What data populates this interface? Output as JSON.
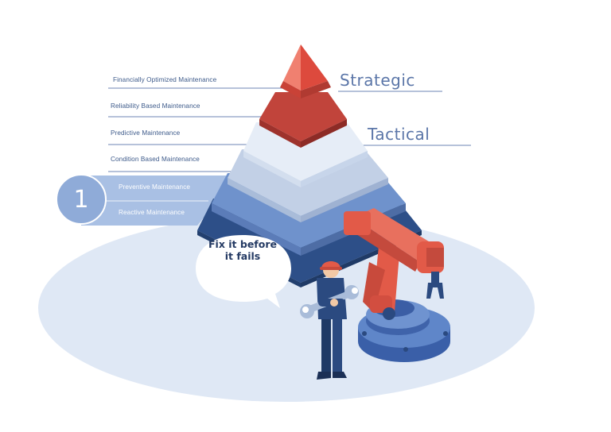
{
  "levels": [
    {
      "label": "Financially Optimized Maintenance"
    },
    {
      "label": "Reliability Based Maintenance"
    },
    {
      "label": "Predictive Maintenance"
    },
    {
      "label": "Condition Based Maintenance"
    },
    {
      "label": "Preventive Maintenance"
    },
    {
      "label": "Reactive Maintenance"
    }
  ],
  "tiers": {
    "strategic": "Strategic",
    "tactical": "Tactical"
  },
  "badge": {
    "number": "1"
  },
  "bubble": {
    "line1": "Fix it before",
    "line2": "it fails"
  },
  "colors": {
    "red": "#e4584a",
    "dark_red": "#b93a33",
    "light_blue": "#dde7f4",
    "mid_blue": "#6b8fc8",
    "navy": "#2b4a80",
    "line": "#5a74a6"
  }
}
